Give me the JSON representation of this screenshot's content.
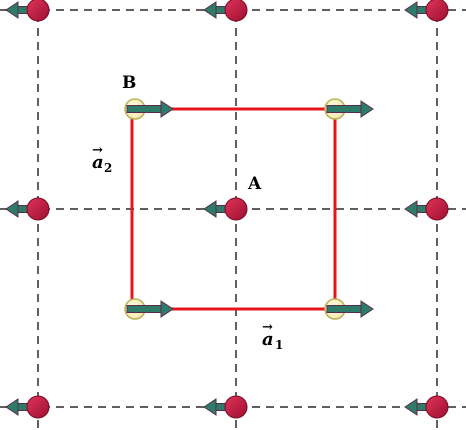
{
  "labels": {
    "site_a": "A",
    "site_b": "B",
    "vector_a1_symbol": "a",
    "vector_a1_subscript": "1",
    "vector_a1_arrow": "→",
    "vector_a2_symbol": "a",
    "vector_a2_subscript": "2",
    "vector_a2_arrow": "→"
  },
  "colors": {
    "grid_line": "#606060",
    "unit_cell": "#e8141c",
    "site_a_fill": "#c2123e",
    "site_b_fill": "#fbf3c4",
    "site_b_stroke": "#b9b25a",
    "spin_arrow": "#2f7b6a",
    "spin_arrow_edge": "#5a2a4a"
  },
  "lattice": {
    "site_a_spin_direction": "left",
    "site_b_spin_direction": "right",
    "site_a_rows": 3,
    "site_a_columns": 3,
    "site_b_rows": 2,
    "site_b_columns": 2
  }
}
